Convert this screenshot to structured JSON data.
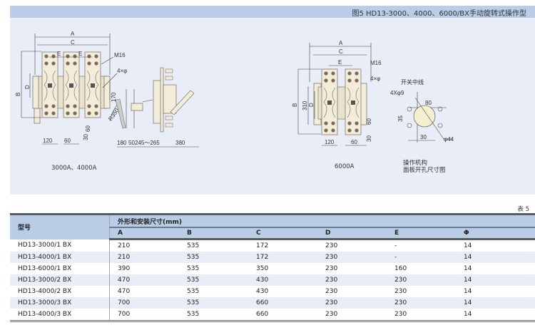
{
  "figure": {
    "title": "图5 HD13-3000、4000、6000/BX手动旋转式操作型",
    "left_drawing": {
      "dimension_labels": [
        "A",
        "C",
        "E",
        "E",
        "M16",
        "4×φ",
        "B",
        "D",
        "170",
        "R350",
        "120",
        "60",
        "60",
        "30",
        "180",
        "50",
        "245～265",
        "380"
      ],
      "caption": "3000A、4000A"
    },
    "middle_drawing": {
      "dimension_labels": [
        "A",
        "C",
        "E",
        "M16",
        "4×φ",
        "B",
        "310",
        "D",
        "120",
        "60",
        "60",
        "30"
      ],
      "caption": "6000A"
    },
    "right_drawing": {
      "dimension_labels": [
        "开关中线",
        "4Xφ9",
        "80",
        "35",
        "30",
        "φ44"
      ],
      "caption_line1": "操作机构",
      "caption_line2": "面板开孔尺寸图"
    }
  },
  "table": {
    "label": "表 5",
    "model_header": "型号",
    "group_header": "外形和安装尺寸(mm)",
    "columns": [
      "A",
      "B",
      "C",
      "D",
      "E",
      "Φ"
    ],
    "rows": [
      {
        "model": "HD13-3000/1 BX",
        "values": [
          "210",
          "535",
          "172",
          "230",
          "-",
          "14"
        ]
      },
      {
        "model": "HD13-4000/1 BX",
        "values": [
          "210",
          "535",
          "172",
          "230",
          "-",
          "14"
        ]
      },
      {
        "model": "HD13-6000/1 BX",
        "values": [
          "390",
          "535",
          "350",
          "230",
          "160",
          "14"
        ]
      },
      {
        "model": "HD13-3000/2 BX",
        "values": [
          "470",
          "535",
          "430",
          "230",
          "230",
          "14"
        ]
      },
      {
        "model": "HD13-4000/2 BX",
        "values": [
          "470",
          "535",
          "430",
          "230",
          "230",
          "14"
        ]
      },
      {
        "model": "HD13-3000/3 BX",
        "values": [
          "700",
          "535",
          "660",
          "230",
          "230",
          "14"
        ]
      },
      {
        "model": "HD13-4000/3 BX",
        "values": [
          "700",
          "535",
          "660",
          "230",
          "230",
          "14"
        ]
      }
    ]
  },
  "colors": {
    "header_band": "#b9cde6",
    "figure_background": "#e9edf7",
    "row_stripe": "#e8edf8",
    "busbar_fill": "#f2ecd8"
  }
}
